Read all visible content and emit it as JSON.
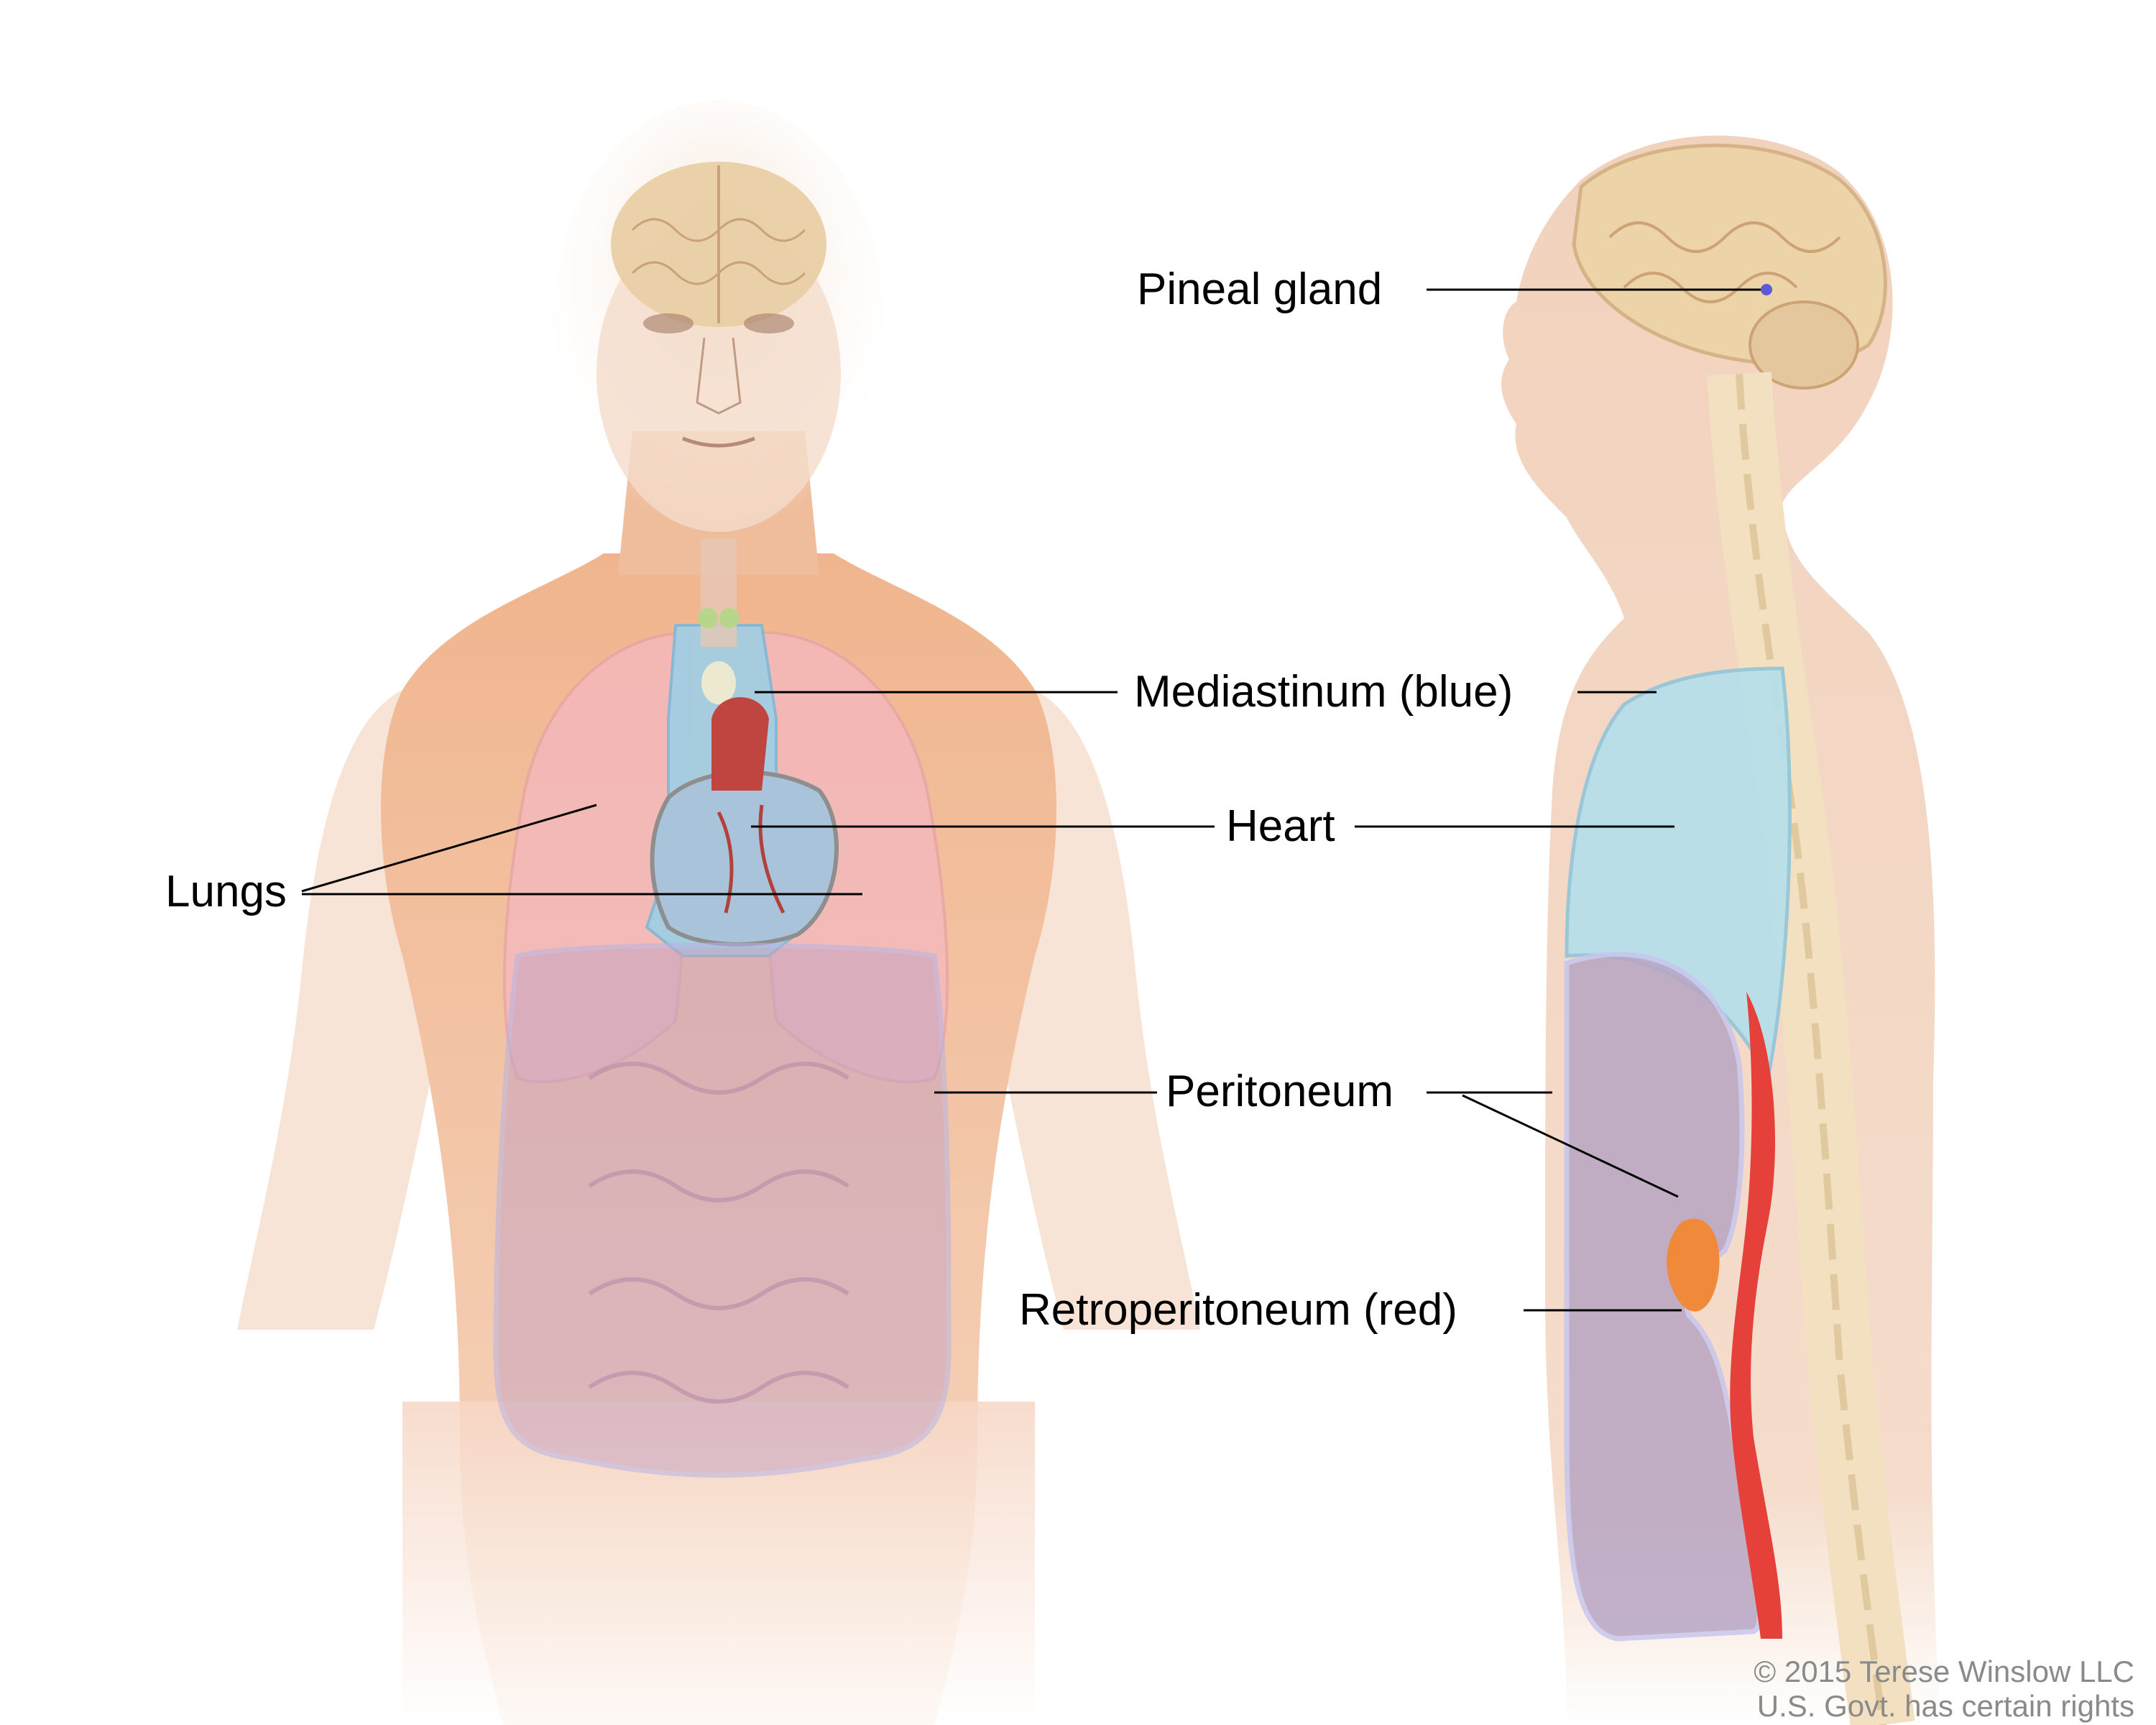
{
  "labels": {
    "pineal_gland": "Pineal gland",
    "mediastinum": "Mediastinum (blue)",
    "heart": "Heart",
    "lungs": "Lungs",
    "peritoneum": "Peritoneum",
    "retroperitoneum": "Retroperitoneum (red)"
  },
  "credit": {
    "line1": "© 2015 Terese Winslow LLC",
    "line2": "U.S. Govt. has certain rights"
  },
  "colors": {
    "skin": "#f2c3a0",
    "skin_shadow": "#e3a982",
    "brain": "#e8cfa5",
    "mediastinum_blue": "#9ecfe6",
    "lung_pink": "#f4b8c0",
    "peritoneum_outline": "#b7b4e6",
    "peritoneum_fill": "#b8a6c4",
    "retroperitoneum_red": "#e5403a",
    "spine": "#f3e0c0",
    "leader_line": "#000000"
  }
}
